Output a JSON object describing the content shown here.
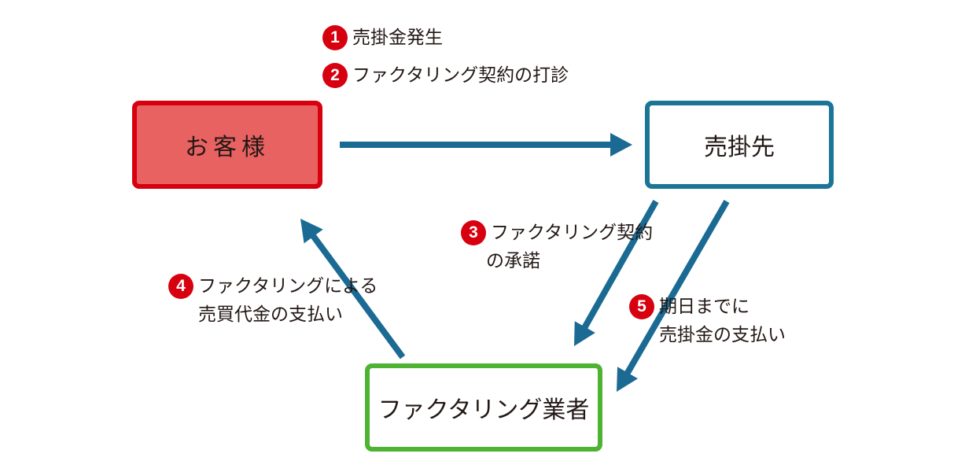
{
  "entities": {
    "customer": "お客様",
    "debtor": "売掛先",
    "factor": "ファクタリング業者"
  },
  "steps": [
    {
      "num": "1",
      "lines": [
        "売掛金発生"
      ]
    },
    {
      "num": "2",
      "lines": [
        "ファクタリング契約の打診"
      ]
    },
    {
      "num": "3",
      "lines": [
        "ファクタリング契約",
        "の承諾"
      ]
    },
    {
      "num": "4",
      "lines": [
        "ファクタリングによる",
        "売買代金の支払い"
      ]
    },
    {
      "num": "5",
      "lines": [
        "期日までに",
        "売掛金の支払い"
      ]
    }
  ],
  "colors": {
    "arrow": "#1b6a94",
    "customer_border": "#d7000f",
    "customer_fill": "#e86262",
    "debtor_border": "#1b7596",
    "factor_border": "#4eb233",
    "step_badge": "#d7000f"
  }
}
